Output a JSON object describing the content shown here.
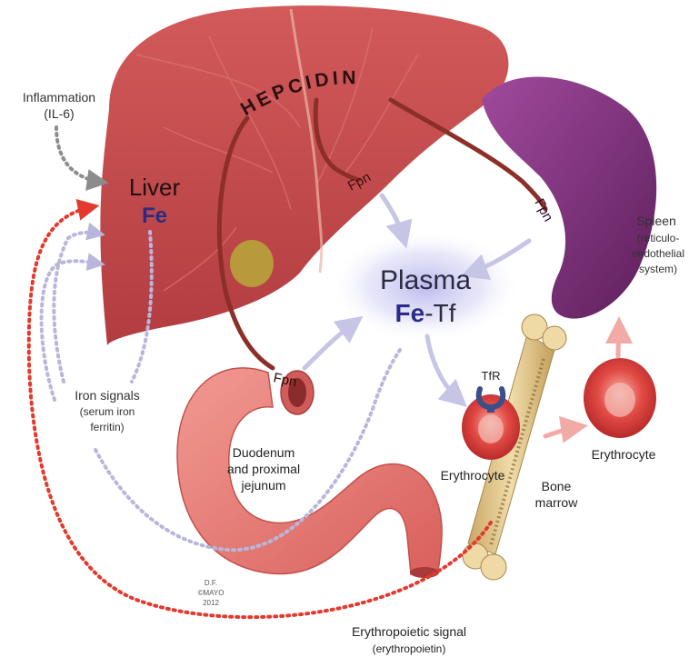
{
  "labels": {
    "hepcidin": "HEPCIDIN",
    "inflammation_line1": "Inflammation",
    "inflammation_line2": "(IL-6)",
    "liver": "Liver",
    "liver_fe": "Fe",
    "plasma": "Plasma",
    "plasma_fe": "Fe",
    "plasma_tf": "-Tf",
    "fpn": "Fpn",
    "spleen_line1": "Spleen",
    "spleen_line2": "(reticulo-",
    "spleen_line3": "endothelial",
    "spleen_line4": "system)",
    "iron_signals_line1": "Iron signals",
    "iron_signals_line2": "(serum iron",
    "iron_signals_line3": "ferritin)",
    "tfr": "TfR",
    "erythrocyte": "Erythrocyte",
    "duodenum_line1": "Duodenum",
    "duodenum_line2": "and proximal",
    "duodenum_line3": "jejunum",
    "bone_marrow_line1": "Bone",
    "bone_marrow_line2": "marrow",
    "erythropoietic_line1": "Erythropoietic signal",
    "erythropoietic_line2": "(erythropoietin)",
    "credit_line1": "D.F.",
    "credit_line2": "©MAYO",
    "credit_line3": "2012"
  },
  "colors": {
    "liver": "#c2484c",
    "spleen": "#7a2f78",
    "duodenum": "#e77f79",
    "hepcidin_line": "#8c2f28",
    "red_signal": "#e23a2e",
    "lavender_signal": "#b9b6dc",
    "grey_signal": "#8c8c8c",
    "plasma_glow": "#c9c8ee",
    "fe_blue": "#2b2b86",
    "bone": "#e2c98e",
    "erythrocyte": "#d93b3b"
  }
}
